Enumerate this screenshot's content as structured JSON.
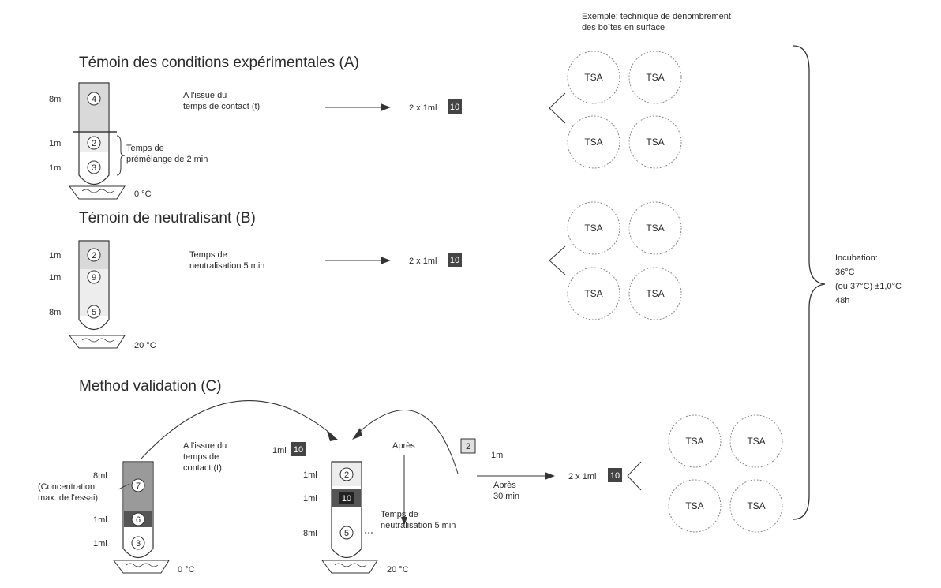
{
  "example_note": [
    "Exemple: technique de dénombrement",
    "des boîtes en surface"
  ],
  "sections": {
    "A": {
      "title": "Témoin des conditions expérimentales (A)",
      "tube_volumes": [
        "8ml",
        "1ml",
        "1ml"
      ],
      "tube_numbers": [
        "4",
        "2",
        "3"
      ],
      "premix": [
        "Temps de",
        "prémélange de 2 min"
      ],
      "step": [
        "A l'issue du",
        "temps de contact (t)"
      ],
      "transfer": "2 x 1ml",
      "transfer_num": "10",
      "temperature": "0 °C"
    },
    "B": {
      "title": "Témoin de neutralisant (B)",
      "tube_volumes": [
        "1ml",
        "1ml",
        "8ml"
      ],
      "tube_numbers": [
        "2",
        "9",
        "5"
      ],
      "step": [
        "Temps de",
        "neutralisation 5 min"
      ],
      "transfer": "2 x 1ml",
      "transfer_num": "10",
      "temperature": "20 °C"
    },
    "C": {
      "title": "Method validation (C)",
      "concentration": [
        "(Concentration",
        "max. de l'essai)"
      ],
      "tube1_volumes": [
        "8ml",
        "1ml",
        "1ml"
      ],
      "tube1_numbers": [
        "7",
        "6",
        "3"
      ],
      "step1": [
        "A l'issue du",
        "temps de",
        "contact (t)"
      ],
      "add_vol": "1ml",
      "add_num": "10",
      "tube2_volumes": [
        "1ml",
        "1ml",
        "8ml"
      ],
      "tube2_numbers": [
        "2",
        "10",
        "5"
      ],
      "apres": "Après",
      "neutralisation": [
        "Temps de",
        "neutralisation 5 min"
      ],
      "add2_num": "2",
      "add2_vol": "1ml",
      "apres30": [
        "Après",
        "30 min"
      ],
      "transfer": "2 x 1ml",
      "transfer_num": "10",
      "temp1": "0 °C",
      "temp2": "20 °C"
    }
  },
  "plate_label": "TSA",
  "incubation": [
    "Incubation:",
    "36°C",
    "(ou 37°C)  ±1,0°C",
    "48h"
  ]
}
